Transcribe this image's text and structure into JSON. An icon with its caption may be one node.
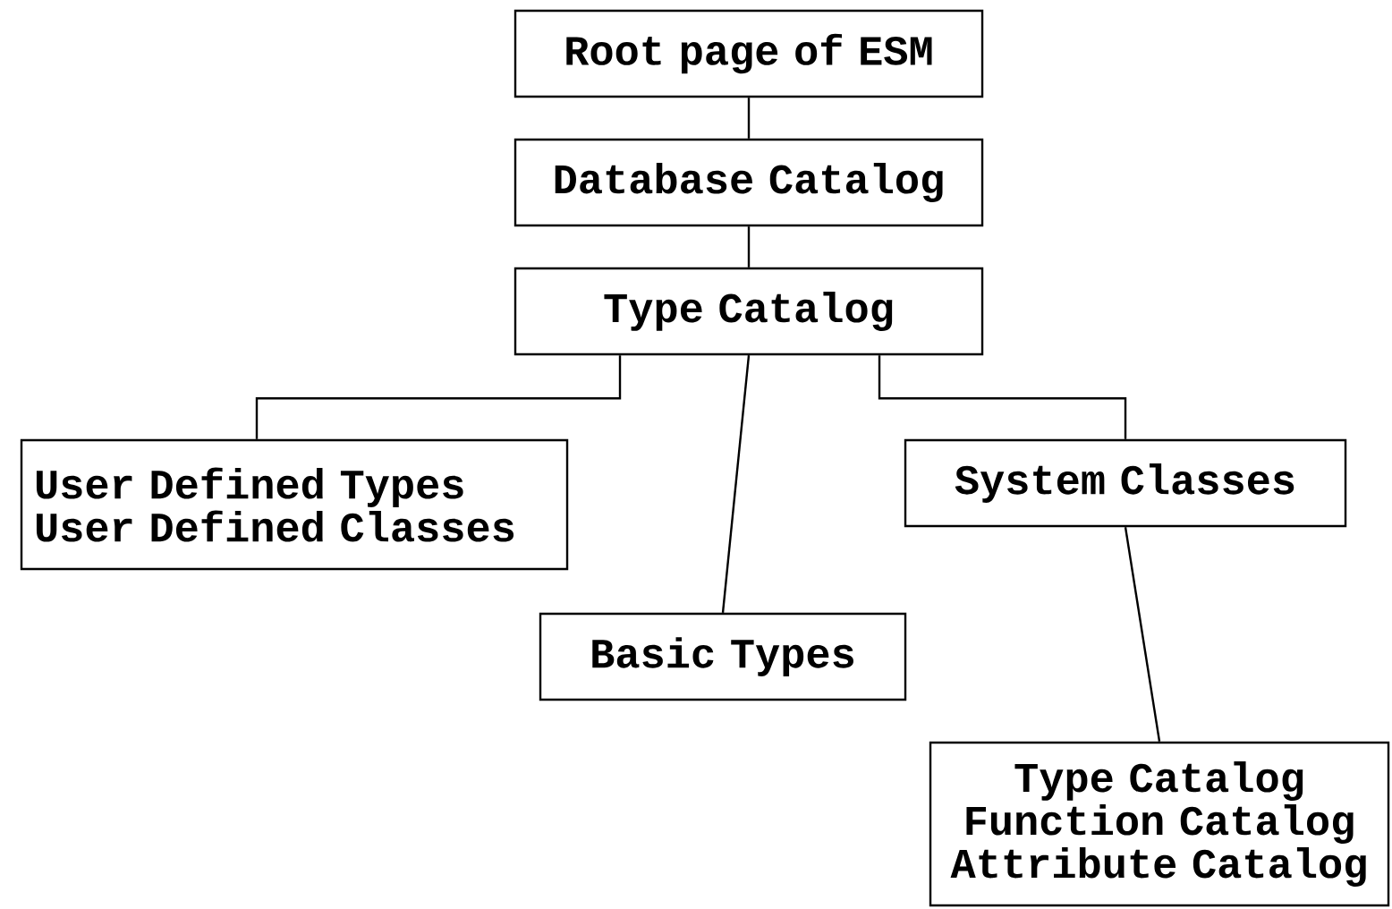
{
  "diagram": {
    "nodes": [
      {
        "text": [
          "Root page of ESM"
        ]
      },
      {
        "text": [
          "Database Catalog"
        ]
      },
      {
        "text": [
          "Type Catalog"
        ]
      },
      {
        "text": [
          "User Defined Types",
          "User Defined Classes"
        ]
      },
      {
        "text": [
          "Basic Types"
        ]
      },
      {
        "text": [
          "System Classes"
        ]
      },
      {
        "text": [
          "Type Catalog",
          "Function Catalog",
          "Attribute Catalog"
        ]
      }
    ],
    "edges": [
      {
        "from": 0,
        "to": 1,
        "arrow": "none"
      },
      {
        "from": 1,
        "to": 2,
        "arrow": "none"
      },
      {
        "from": 2,
        "to": 3,
        "arrow": "none"
      },
      {
        "from": 2,
        "to": 4,
        "arrow": "none"
      },
      {
        "from": 2,
        "to": 5,
        "arrow": "none"
      },
      {
        "from": 5,
        "to": 6,
        "arrow": "none"
      }
    ]
  }
}
